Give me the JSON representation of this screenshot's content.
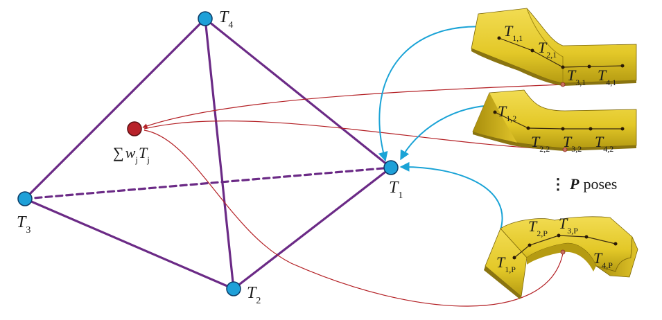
{
  "colors": {
    "edge": "#6b2a86",
    "node_fill": "#1ea0d8",
    "node_stroke": "#0b3b66",
    "weighted_node": "#b8222a",
    "blue_arrow": "#1aa3d6",
    "red_curve": "#b31f24",
    "shape_fill": "#e8cf2e",
    "shape_shadow": "#8a7410",
    "skeleton": "#3a2a10"
  },
  "tetrahedron": {
    "vertices": [
      {
        "id": "T1",
        "main": "T",
        "sub": "1"
      },
      {
        "id": "T2",
        "main": "T",
        "sub": "2"
      },
      {
        "id": "T3",
        "main": "T",
        "sub": "3"
      },
      {
        "id": "T4",
        "main": "T",
        "sub": "4"
      }
    ],
    "weighted_label": {
      "sigma": "∑",
      "w": "w",
      "wsub": "j",
      "t": "T",
      "tsub": "j"
    }
  },
  "poses": [
    {
      "name": "pose-1",
      "labels": [
        {
          "main": "T",
          "sub": "1,1"
        },
        {
          "main": "T",
          "sub": "2,1"
        },
        {
          "main": "T",
          "sub": "3,1"
        },
        {
          "main": "T",
          "sub": "4,1"
        }
      ]
    },
    {
      "name": "pose-2",
      "labels": [
        {
          "main": "T",
          "sub": "1,2"
        },
        {
          "main": "T",
          "sub": "2,2"
        },
        {
          "main": "T",
          "sub": "3,2"
        },
        {
          "main": "T",
          "sub": "4,2"
        }
      ]
    },
    {
      "name": "pose-P",
      "labels": [
        {
          "main": "T",
          "sub": "1,P"
        },
        {
          "main": "T",
          "sub": "2,P"
        },
        {
          "main": "T",
          "sub": "3,P"
        },
        {
          "main": "T",
          "sub": "4,P"
        }
      ]
    }
  ],
  "poses_note": {
    "dots": "⋮",
    "p": "P",
    "text": "poses"
  }
}
